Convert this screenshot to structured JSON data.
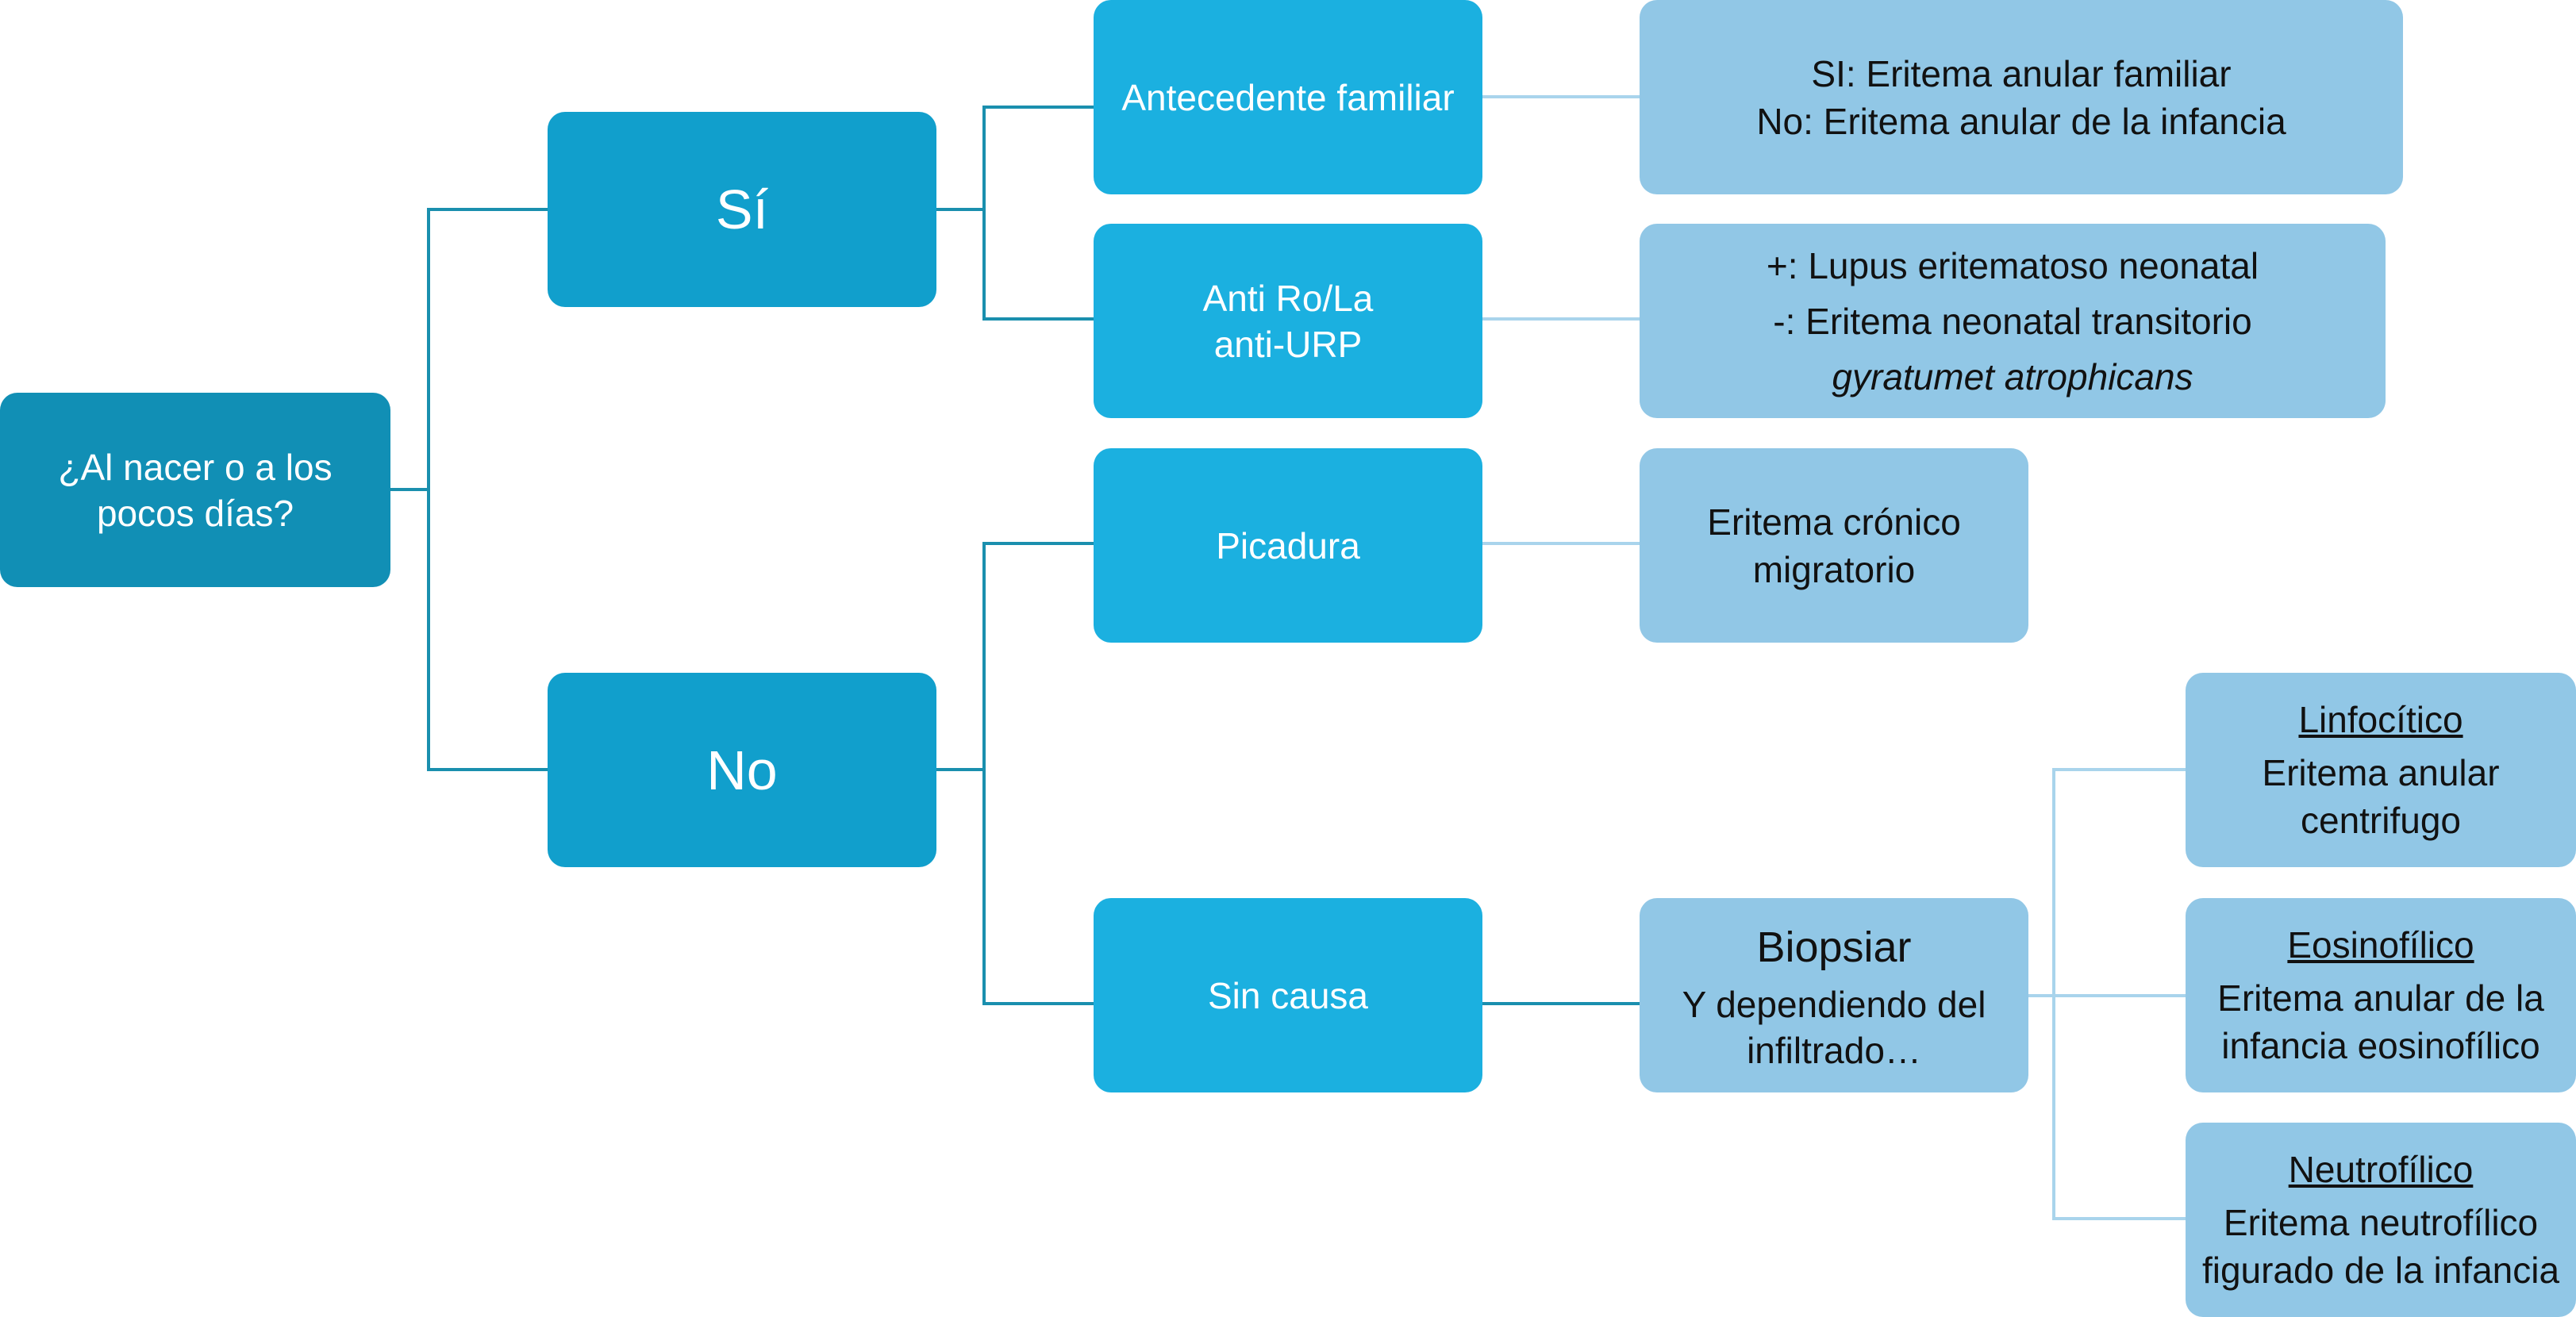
{
  "root": {
    "line1": "¿Al nacer o a los",
    "line2": "pocos días?"
  },
  "yes": {
    "label": "Sí"
  },
  "no": {
    "label": "No"
  },
  "family": {
    "label": "Antecedente familiar"
  },
  "antiro": {
    "line1": "Anti Ro/La",
    "line2": "anti-URP"
  },
  "picadura": {
    "label": "Picadura"
  },
  "sincausa": {
    "label": "Sin causa"
  },
  "family_result": {
    "line1": "SI: Eritema anular familiar",
    "line2": "No: Eritema anular de la infancia"
  },
  "antiro_result": {
    "line1": "+: Lupus eritematoso neonatal",
    "line2": "-: Eritema neonatal transitorio",
    "line3": "gyratumet atrophicans"
  },
  "picadura_result": {
    "line1": "Eritema crónico",
    "line2": "migratorio"
  },
  "biopsiar": {
    "title": "Biopsiar",
    "line1": "Y dependiendo del",
    "line2": "infiltrado…"
  },
  "linfocitico": {
    "heading": "Linfocítico",
    "line1": "Eritema anular",
    "line2": "centrifugo"
  },
  "eosinofilico": {
    "heading": "Eosinofílico",
    "line1": "Eritema anular de la",
    "line2": "infancia eosinofílico"
  },
  "neutrofilico": {
    "heading": "Neutrofílico",
    "line1": "Eritema neutrofílico",
    "line2": "figurado de la infancia"
  }
}
